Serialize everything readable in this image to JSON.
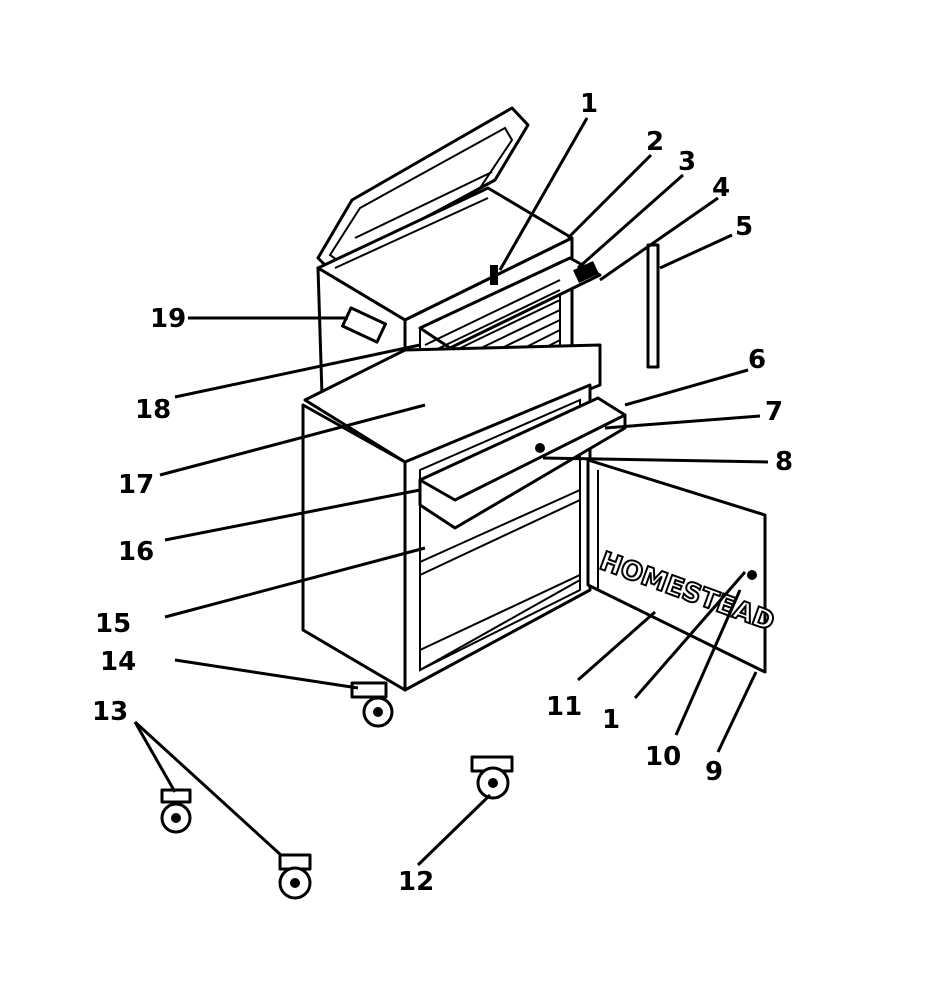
{
  "brand_text": "HOMESTEAD",
  "callouts": [
    {
      "id": "c1a",
      "text": "1"
    },
    {
      "id": "c2",
      "text": "2"
    },
    {
      "id": "c3",
      "text": "3"
    },
    {
      "id": "c4",
      "text": "4"
    },
    {
      "id": "c5",
      "text": "5"
    },
    {
      "id": "c6",
      "text": "6"
    },
    {
      "id": "c7",
      "text": "7"
    },
    {
      "id": "c8",
      "text": "8"
    },
    {
      "id": "c9",
      "text": "9"
    },
    {
      "id": "c10",
      "text": "10"
    },
    {
      "id": "c11",
      "text": "11"
    },
    {
      "id": "c1b",
      "text": "1"
    },
    {
      "id": "c12",
      "text": "12"
    },
    {
      "id": "c13",
      "text": "13"
    },
    {
      "id": "c14",
      "text": "14"
    },
    {
      "id": "c15",
      "text": "15"
    },
    {
      "id": "c16",
      "text": "16"
    },
    {
      "id": "c17",
      "text": "17"
    },
    {
      "id": "c18",
      "text": "18"
    },
    {
      "id": "c19",
      "text": "19"
    }
  ]
}
